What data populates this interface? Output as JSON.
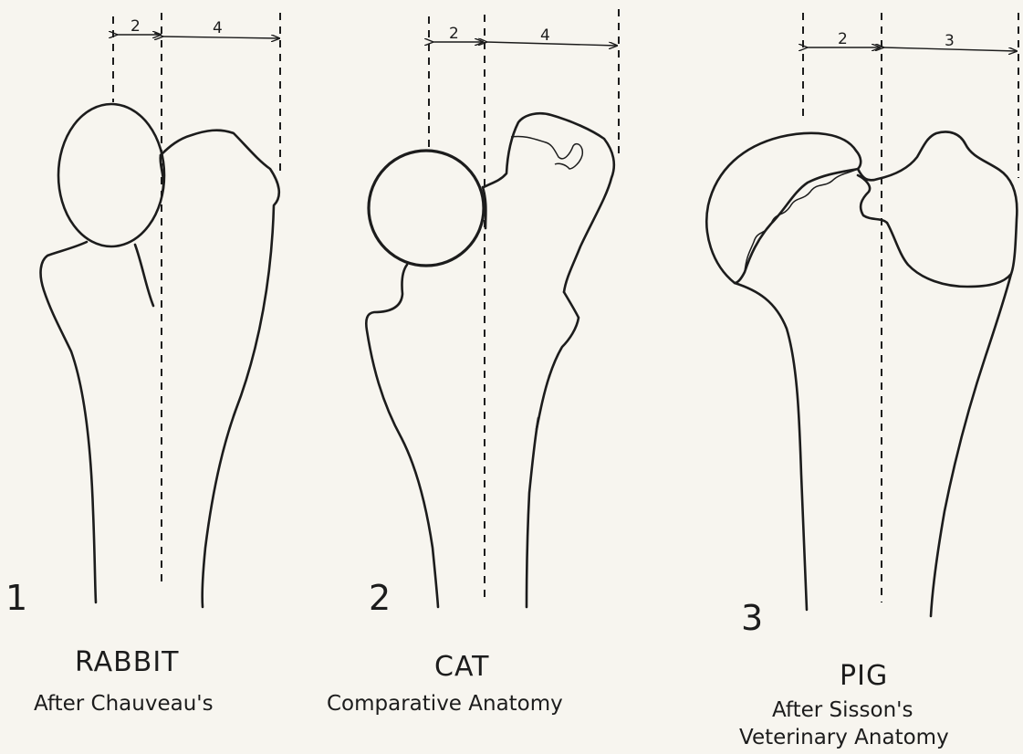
{
  "panels": [
    {
      "number": "1",
      "animal": "RABBIT",
      "caption_lines": [
        "After Chauveau's"
      ],
      "head_width": "2",
      "trochanter_width": "4"
    },
    {
      "number": "2",
      "animal": "CAT",
      "caption_lines": [
        "Comparative Anatomy"
      ],
      "head_width": "2",
      "trochanter_width": "4"
    },
    {
      "number": "3",
      "animal": "PIG",
      "caption_lines": [
        "After Sisson's",
        "Veterinary Anatomy"
      ],
      "head_width": "2",
      "trochanter_width": "3"
    }
  ],
  "colors": {
    "ink": "#1c1c1c",
    "paper": "#f7f5ef"
  }
}
